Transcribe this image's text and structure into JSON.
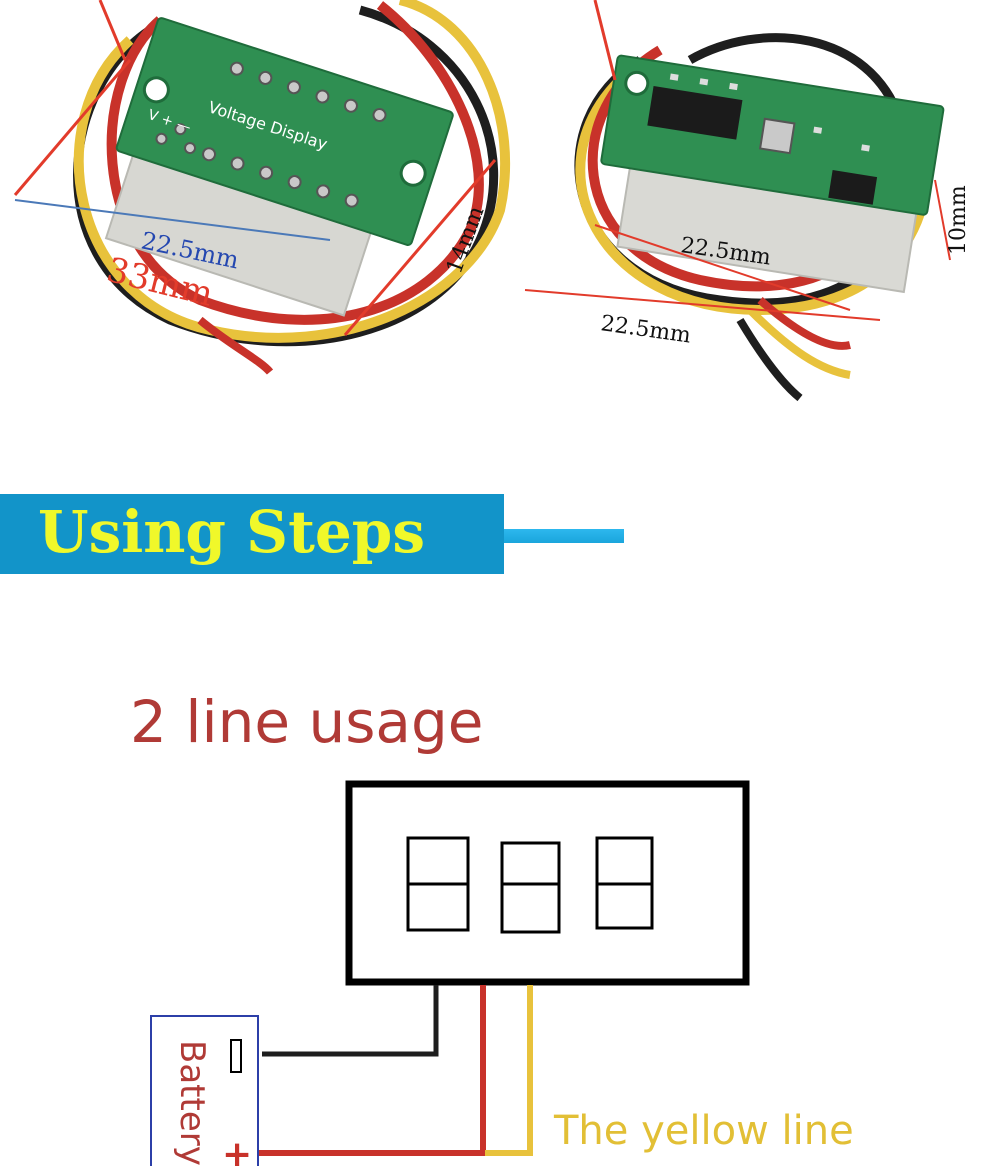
{
  "photos": {
    "left_module": {
      "board_text": "Voltage Display",
      "pin_labels": "V  +  —",
      "dimensions": {
        "width_blue": "22.5mm",
        "length_red": "33mm",
        "height": "14mm"
      }
    },
    "right_module": {
      "dimensions": {
        "width_top": "22.5mm",
        "width_bottom": "22.5mm",
        "height": "10mm"
      }
    }
  },
  "banner": {
    "title": "Using Steps"
  },
  "usage": {
    "title": "2 line usage",
    "battery_label": "Battery",
    "battery_minus": "—",
    "battery_plus": "+",
    "yellow_line_label": "The yellow line"
  },
  "colors": {
    "banner_bg": "#1294c9",
    "banner_text": "#f0f82a",
    "title_red": "#b03a36",
    "wire_red": "#c8322a",
    "wire_yellow": "#e8c23c",
    "wire_black": "#1e1e1e",
    "pcb_green": "#2f8f52"
  }
}
